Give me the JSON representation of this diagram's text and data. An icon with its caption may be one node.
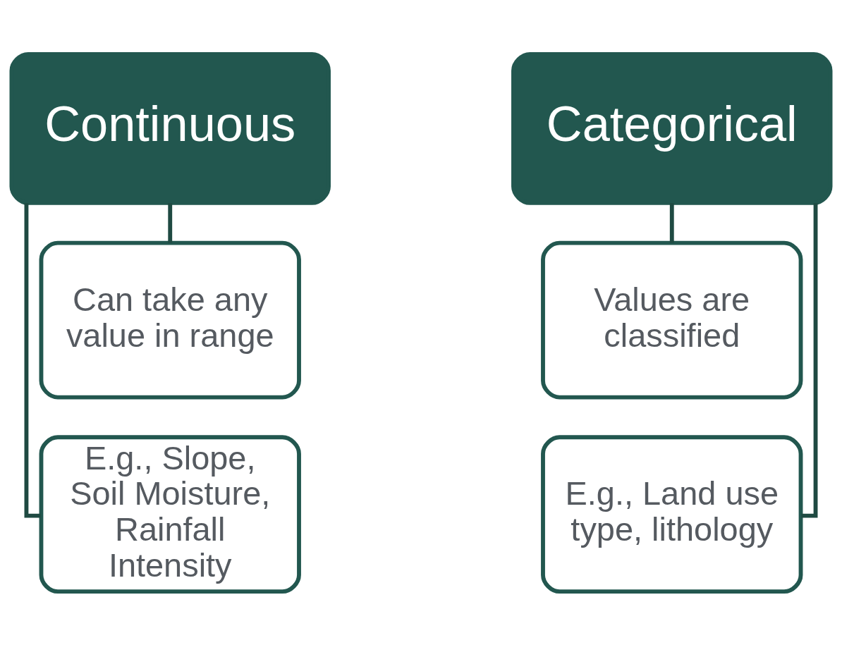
{
  "diagram": {
    "nodes": [
      {
        "text": [
          "Continuous"
        ]
      },
      {
        "text": [
          "Can take any value in range"
        ]
      },
      {
        "text": [
          "E.g., Slope, Soil Moisture, Rainfall Intensity"
        ]
      },
      {
        "text": [
          "Categorical"
        ]
      },
      {
        "text": [
          "Values are classified"
        ]
      },
      {
        "text": [
          "E.g., Land use type, lithology"
        ]
      }
    ],
    "edges": [
      {
        "from": 0,
        "to": 1,
        "arrow": "none"
      },
      {
        "from": 0,
        "to": 2,
        "arrow": "none"
      },
      {
        "from": 3,
        "to": 4,
        "arrow": "none"
      },
      {
        "from": 3,
        "to": 5,
        "arrow": "none"
      }
    ]
  }
}
